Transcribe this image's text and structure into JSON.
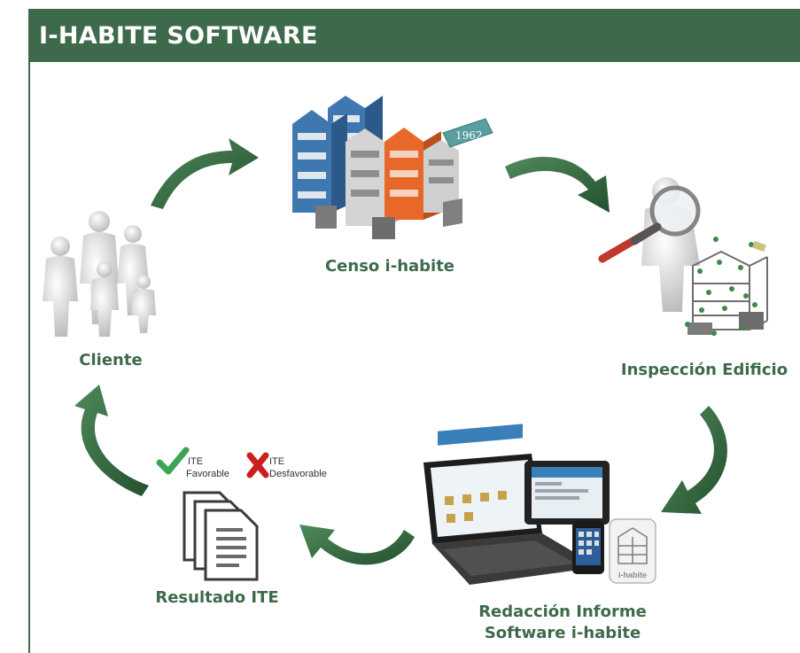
{
  "header": {
    "title": "I-HABITE SOFTWARE"
  },
  "nodes": {
    "censo": "Censo i-habite",
    "cliente": "Cliente",
    "inspeccion": "Inspección Edificio",
    "resultado": "Resultado ITE",
    "redaccion_line1": "Redacción Informe",
    "redaccion_line2": "Software i-habite"
  },
  "ite_marks": {
    "favorable_top": "ITE",
    "favorable_bottom": "Favorable",
    "desfavorable_top": "ITE",
    "desfavorable_bottom": "Desfavorable"
  },
  "tag_text": "1962",
  "app_text": "i-habite",
  "colors": {
    "brand_green": "#3d6a4a",
    "arrow_green": "#2f6b3c",
    "blue": "#3f78b0",
    "orange": "#e8682a"
  }
}
